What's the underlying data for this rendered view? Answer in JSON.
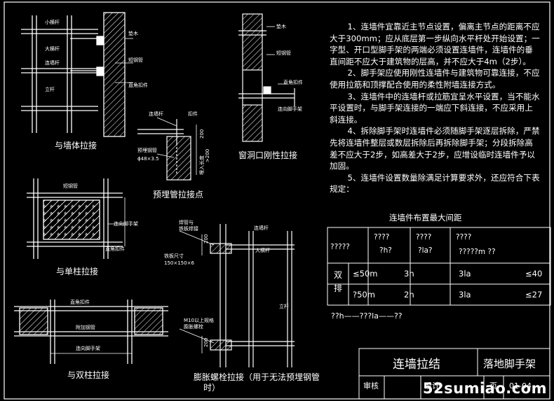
{
  "labels": {
    "wall_tie_title": "与墙体拉接",
    "embed_pipe_title": "预埋管拉接点",
    "window_tie_title": "窗洞口刚性拉接",
    "column_tie_title": "与单柱拉接",
    "double_column_title": "与双柱拉接",
    "expansion_title_1": "膨胀螺栓拉接（用于无法预埋钢管",
    "expansion_title_2": "时）",
    "small_crossbar": "小横杆",
    "big_crossbar": "大横杆",
    "wall_tie_rod": "连墙杆",
    "upright": "立杆",
    "wood_pad": "垫木",
    "short_pipe": "短钢管",
    "right_angle_clamp": "直角扣件",
    "clamp": "扣件",
    "embedded_pipe": "预埋钢管",
    "pipe_spec": "ϕ48×3.5",
    "dim_200": "200",
    "dim_ge200": ">200",
    "embed_depth": "埋入长度",
    "to_scaffold": "连向脚手架",
    "welded_seam": "焊管与",
    "welded_seam2": "铁板焊接",
    "plate_size_1": "铁板尺寸",
    "plate_size_2": "150×150×6",
    "bolt_1": "M10以上规格",
    "bolt_2": "膨胀螺栓",
    "attach_pipe": "附加钢管"
  },
  "notes": [
    "1、连墙件宜靠近主节点设置，偏离主节点的距离不应大于300mm；应从底层第一步纵向水平杆处开始设置；一字型、开口型脚手架的两端必须设置连墙件，连墙件的垂直间距不应大于建筑物的层高，并不应大于4m（2步）。",
    "2、脚手架应使用刚性连墙件与建筑物可靠连接，不应使用拉筋和顶撑配合使用的柔性附墙连接方式。",
    "3、连墙件中的连墙杆或拉筋宜呈水平设置，当不能水平设置时，与脚手架连接的一端应下斜连接，不应采用上斜连接。",
    "4、拆除脚手架时连墙件必须随脚手架逐层拆除，严禁先将连墙件整层或数层拆除后再拆除脚手架；分段拆除高差不应大于2步，如高差大于2步，应增设临时连墙件予以加固。",
    "5、连墙件设置数量除满足计算要求外，还应符合下表规定："
  ],
  "table": {
    "caption": "连墙件布置最大间距",
    "headers": [
      "?????",
      "????",
      "?h?",
      "????",
      "?la?",
      "????",
      "?????m ??"
    ],
    "group_label": [
      "双",
      "排"
    ],
    "rows": [
      {
        "height": "≤50m",
        "vertical": "3h",
        "horizontal": "3la",
        "area": "≤40"
      },
      {
        "height": "?50m",
        "vertical": "2h",
        "horizontal": "3la",
        "area": "≤27"
      }
    ],
    "footnote": "??h——???la——??"
  },
  "title_block": {
    "drawing_name": "连墙拉结",
    "category": "落地脚手架",
    "review": "审核",
    "design": "设计",
    "page_label": "页",
    "page_number": "01-04"
  },
  "watermark": "52sumiao.com"
}
